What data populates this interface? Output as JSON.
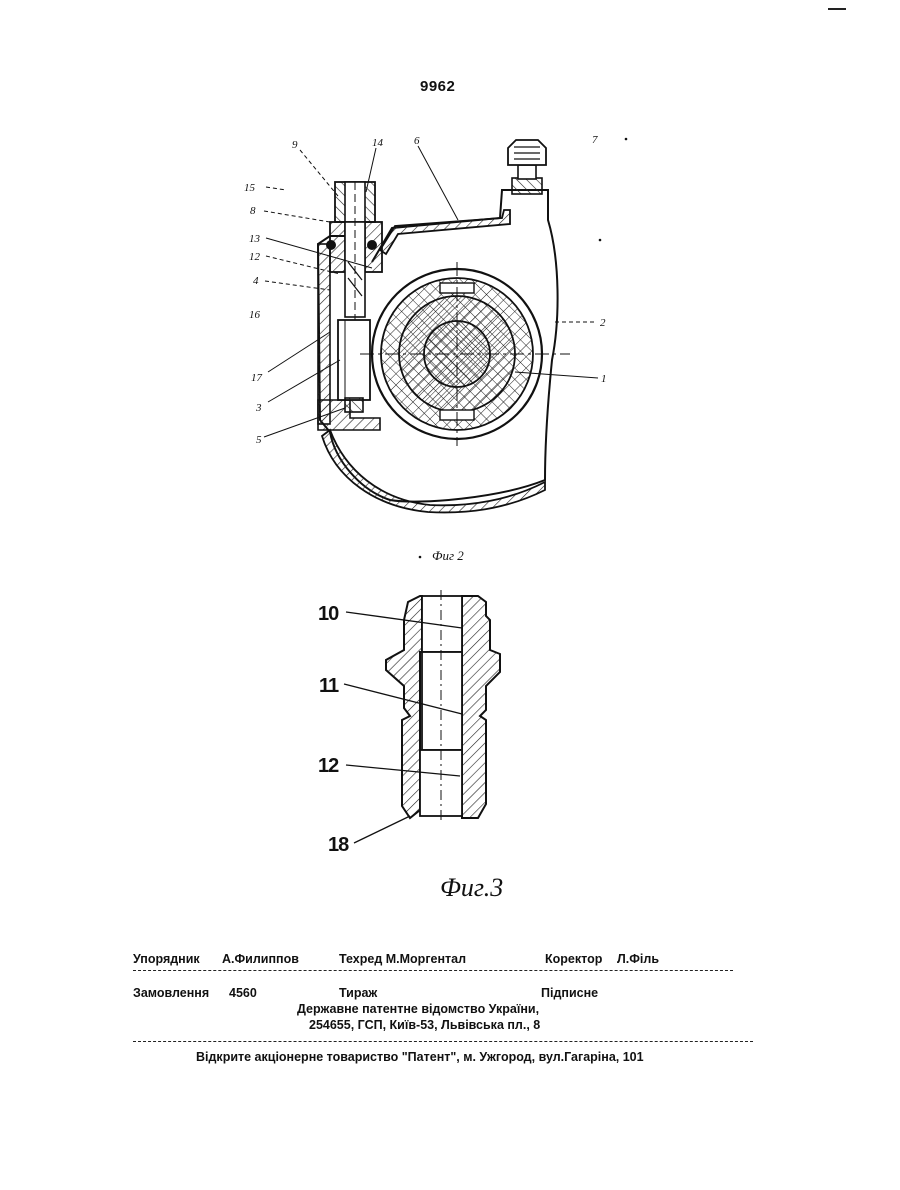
{
  "page_number": "9962",
  "fig2": {
    "caption": "Фиг 2",
    "labels": {
      "l9": "9",
      "l14": "14",
      "l6": "6",
      "l7": "7",
      "l15": "15",
      "l8": "8",
      "l13": "13",
      "l12": "12",
      "l4": "4",
      "l16": "16",
      "l2": "2",
      "l17": "17",
      "l1": "1",
      "l3": "3",
      "l5": "5"
    }
  },
  "fig3": {
    "caption": "Фиг.3",
    "labels": {
      "l10": "10",
      "l11": "11",
      "l12": "12",
      "l18": "18"
    }
  },
  "footer": {
    "compiler_label": "Упорядник",
    "compiler_name": "А.Филиппов",
    "techred": "Техред М.Моргентал",
    "corrector_label": "Коректор",
    "corrector_name": "Л.Філь",
    "order_label": "Замовлення",
    "order_number": "4560",
    "circulation": "Тираж",
    "subscription": "Підписне",
    "office_line1": "Державне патентне відомство України,",
    "office_line2": "254655, ГСП, Київ-53, Львівська пл., 8",
    "publisher": "Відкрите акціонерне товариство \"Патент\", м. Ужгород, вул.Гагаріна, 101"
  }
}
